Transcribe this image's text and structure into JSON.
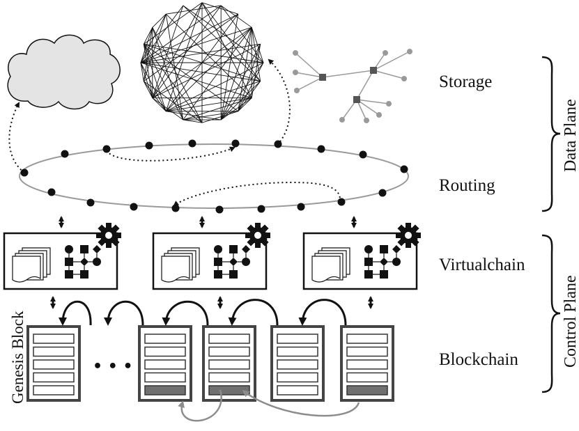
{
  "layers": {
    "storage": "Storage",
    "routing": "Routing",
    "virtualchain": "Virtualchain",
    "blockchain": "Blockchain"
  },
  "planes": {
    "data": "Data Plane",
    "control": "Control Plane"
  },
  "genesis_label": "Genesis Block",
  "ellipsis": "• • •",
  "colors": {
    "ink": "#111111",
    "ring": "#9a9a9a",
    "cloud_fill": "#e4e4e4",
    "highlight_row": "#707070",
    "gray_arrow": "#8c8c8c",
    "tree_node": "#9a9a9a"
  }
}
